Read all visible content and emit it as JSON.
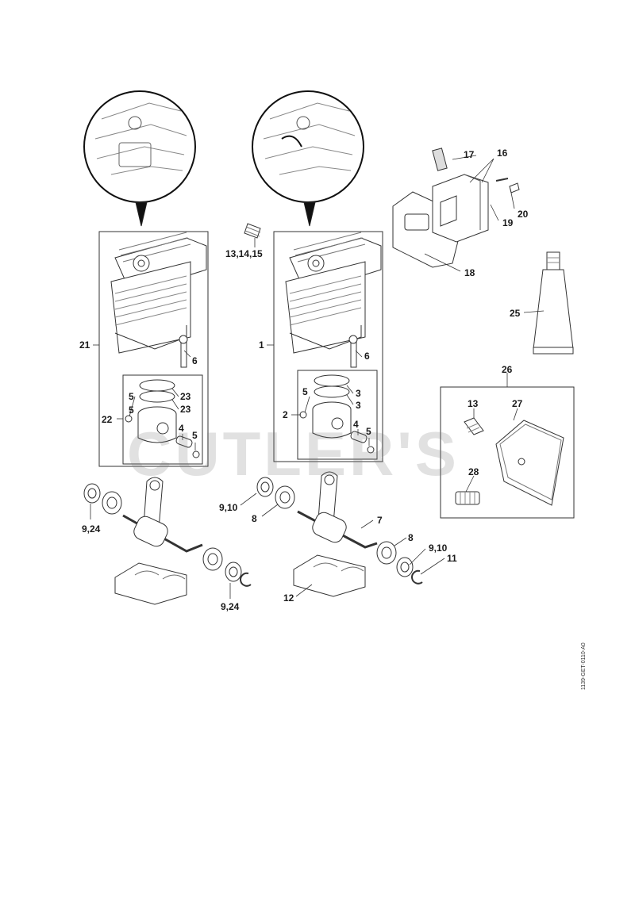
{
  "watermark": "CUTLER'S",
  "doc_id": "1139-GET-0110-A0",
  "callouts": {
    "c21": "21",
    "c1": "1",
    "c6a": "6",
    "c6b": "6",
    "c5a": "5",
    "c22": "22",
    "c23a": "23",
    "c23b": "23",
    "c4a": "4",
    "c5b": "5",
    "c5c": "5",
    "c2": "2",
    "c3a": "3",
    "c3b": "3",
    "c4b": "4",
    "c5d": "5",
    "c131415": "13,14,15",
    "c17": "17",
    "c16": "16",
    "c20": "20",
    "c19": "19",
    "c18": "18",
    "c25": "25",
    "c26": "26",
    "c13": "13",
    "c27": "27",
    "c28": "28",
    "c924a": "9,24",
    "c924b": "9,24",
    "c910a": "9,10",
    "c8a": "8",
    "c7": "7",
    "c8b": "8",
    "c910b": "9,10",
    "c11": "11",
    "c12": "12"
  }
}
